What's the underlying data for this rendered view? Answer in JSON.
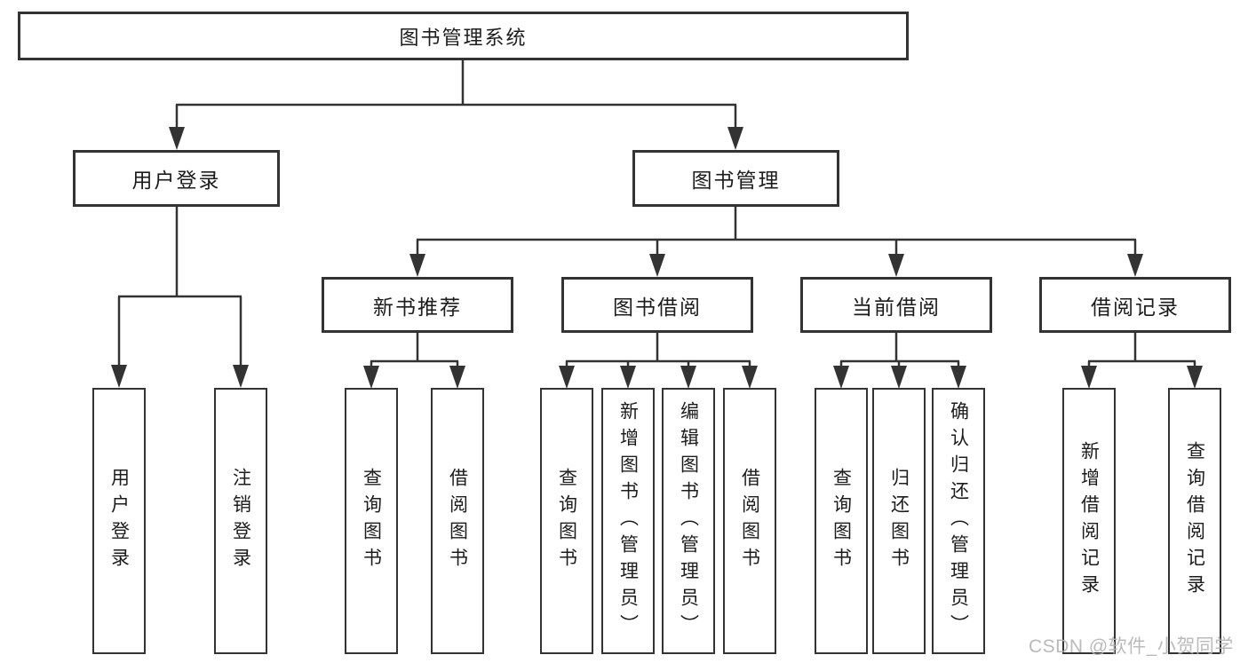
{
  "diagram": {
    "root_label": "图书管理系统",
    "branches": {
      "user_login": {
        "label": "用户登录"
      },
      "book_mgmt": {
        "label": "图书管理"
      }
    },
    "groups": [
      {
        "label": "新书推荐"
      },
      {
        "label": "图书借阅"
      },
      {
        "label": "当前借阅"
      },
      {
        "label": "借阅记录"
      }
    ],
    "leaves": [
      "用户登录",
      "注销登录",
      "查询图书",
      "借阅图书",
      "查询图书",
      "新增图书（管理员）",
      "编辑图书（管理员）",
      "借阅图书",
      "查询图书",
      "归还图书",
      "确认归还（管理员）",
      "新增借阅记录",
      "查询借阅记录"
    ],
    "watermark": "CSDN @软件_小贺同学"
  }
}
